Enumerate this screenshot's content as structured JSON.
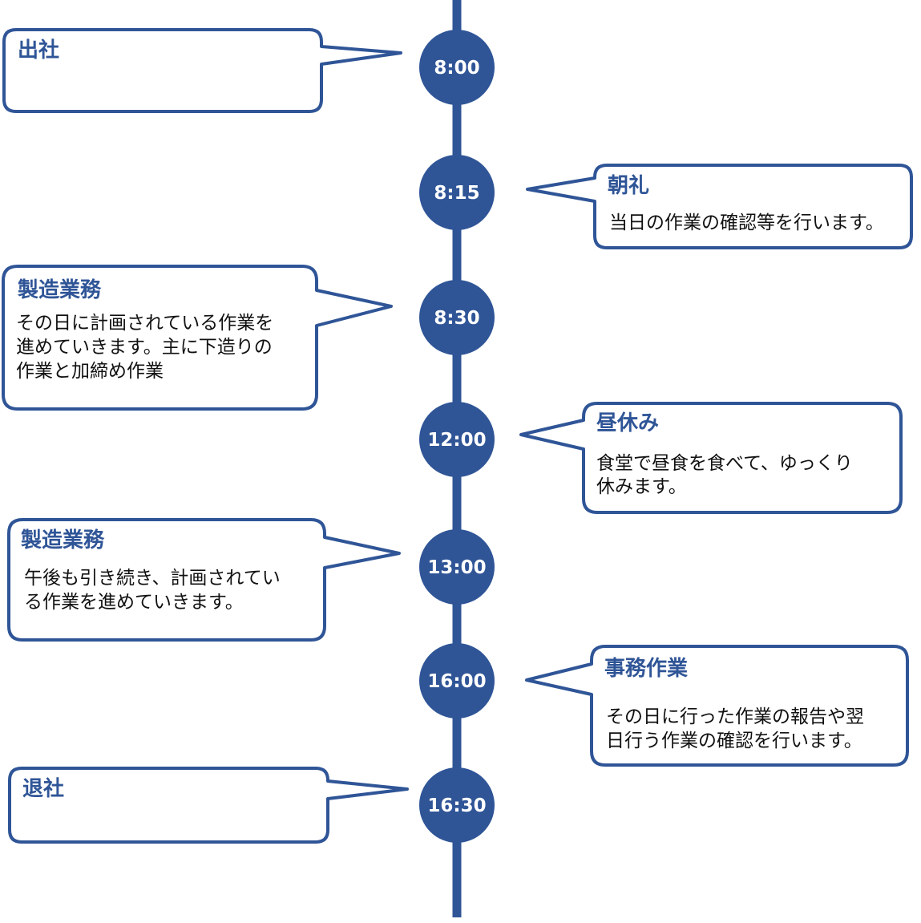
{
  "colors": {
    "accent": "#2f5597",
    "callout_fill": "#ffffff",
    "text": "#111111",
    "time_text": "#ffffff"
  },
  "events": [
    {
      "time": "8:00",
      "title": "出社",
      "desc": []
    },
    {
      "time": "8:15",
      "title": "朝礼",
      "desc": [
        "当日の作業の確認等を行います。"
      ]
    },
    {
      "time": "8:30",
      "title": "製造業務",
      "desc": [
        "その日に計画されている作業を",
        "進めていきます。主に下造りの",
        "作業と加締め作業"
      ]
    },
    {
      "time": "12:00",
      "title": "昼休み",
      "desc": [
        "食堂で昼食を食べて、ゆっくり",
        "休みます。"
      ]
    },
    {
      "time": "13:00",
      "title": "製造業務",
      "desc": [
        "午後も引き続き、計画されてい",
        "る作業を進めていきます。"
      ]
    },
    {
      "time": "16:00",
      "title": "事務作業",
      "desc": [
        "その日に行った作業の報告や翌",
        "日行う作業の確認を行います。"
      ]
    },
    {
      "time": "16:30",
      "title": "退社",
      "desc": []
    }
  ]
}
